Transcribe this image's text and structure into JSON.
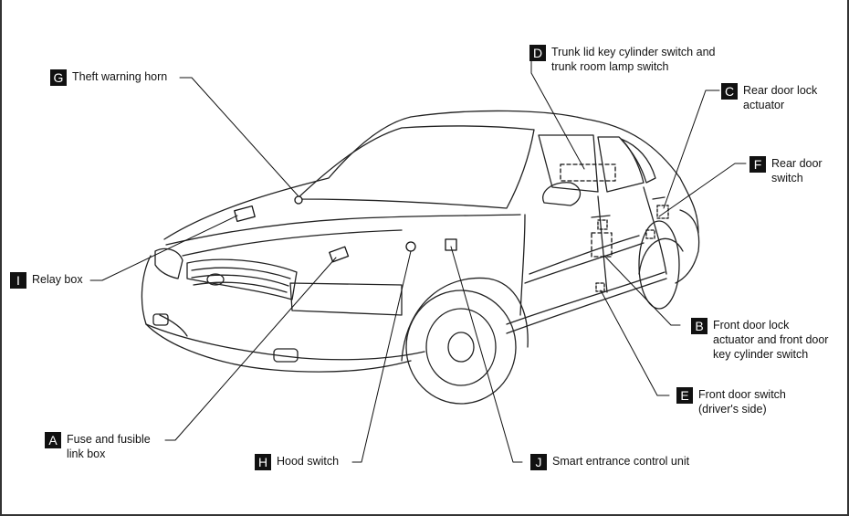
{
  "callouts": {
    "G": {
      "letter": "G",
      "text": "Theft warning horn"
    },
    "D": {
      "letter": "D",
      "text": "Trunk lid key cylinder switch and\ntrunk room lamp switch"
    },
    "C": {
      "letter": "C",
      "text": "Rear door lock\nactuator"
    },
    "F": {
      "letter": "F",
      "text": "Rear door\nswitch"
    },
    "I": {
      "letter": "I",
      "text": "Relay box"
    },
    "B": {
      "letter": "B",
      "text": "Front door lock\nactuator and front door\nkey cylinder switch"
    },
    "E": {
      "letter": "E",
      "text": "Front door switch\n(driver's side)"
    },
    "A": {
      "letter": "A",
      "text": "Fuse and fusible\nlink box"
    },
    "H": {
      "letter": "H",
      "text": "Hood switch"
    },
    "J": {
      "letter": "J",
      "text": "Smart entrance control unit"
    }
  },
  "colors": {
    "ink": "#111111",
    "background": "#ffffff"
  }
}
